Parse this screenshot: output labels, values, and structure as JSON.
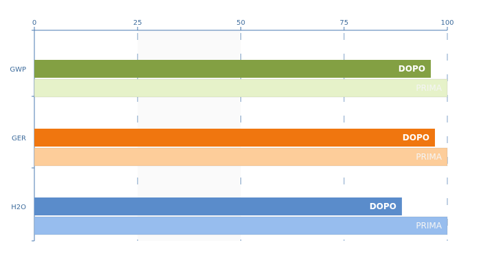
{
  "chart_data": {
    "type": "bar",
    "orientation": "horizontal",
    "categories": [
      "GWP",
      "GER",
      "H2O"
    ],
    "series": [
      {
        "name": "DOPO",
        "values": [
          96,
          97,
          89
        ],
        "colors": [
          "#83a043",
          "#f0760f",
          "#5a8ccb"
        ]
      },
      {
        "name": "PRIMA",
        "values": [
          100,
          100,
          100
        ],
        "colors": [
          "#e6f2c9",
          "#fdcd9a",
          "#97bdee"
        ]
      }
    ],
    "xticks": [
      "0",
      "25",
      "50",
      "75",
      "100"
    ],
    "xlim": [
      0,
      100
    ],
    "grid": true,
    "axis_position": "top",
    "bar_label_color_dopo": "#ffffff",
    "bar_label_color_prima": "#f4f4f4",
    "axis_color": "#4a7ab0",
    "tick_text_color": "#3e6c9c"
  }
}
